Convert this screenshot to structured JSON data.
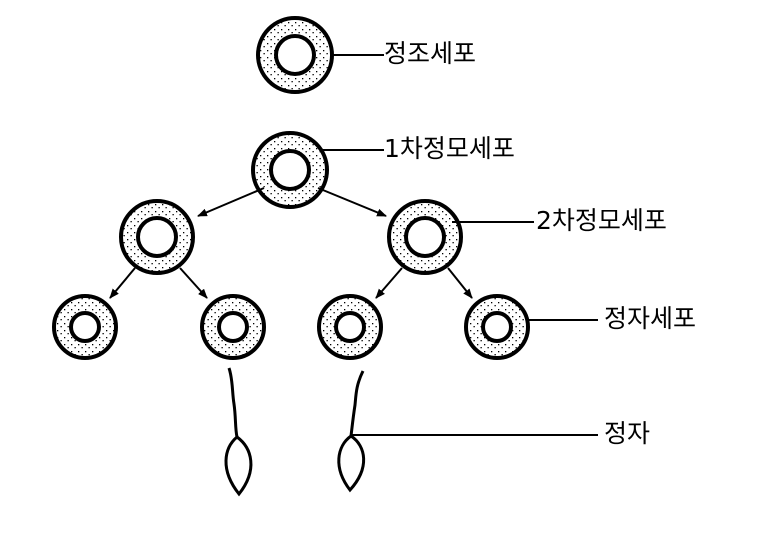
{
  "diagram": {
    "labels": {
      "spermatogonium": "정조세포",
      "primary_spermatocyte": "1차정모세포",
      "secondary_spermatocyte": "2차정모세포",
      "spermatid": "정자세포",
      "sperm": "정자"
    }
  }
}
